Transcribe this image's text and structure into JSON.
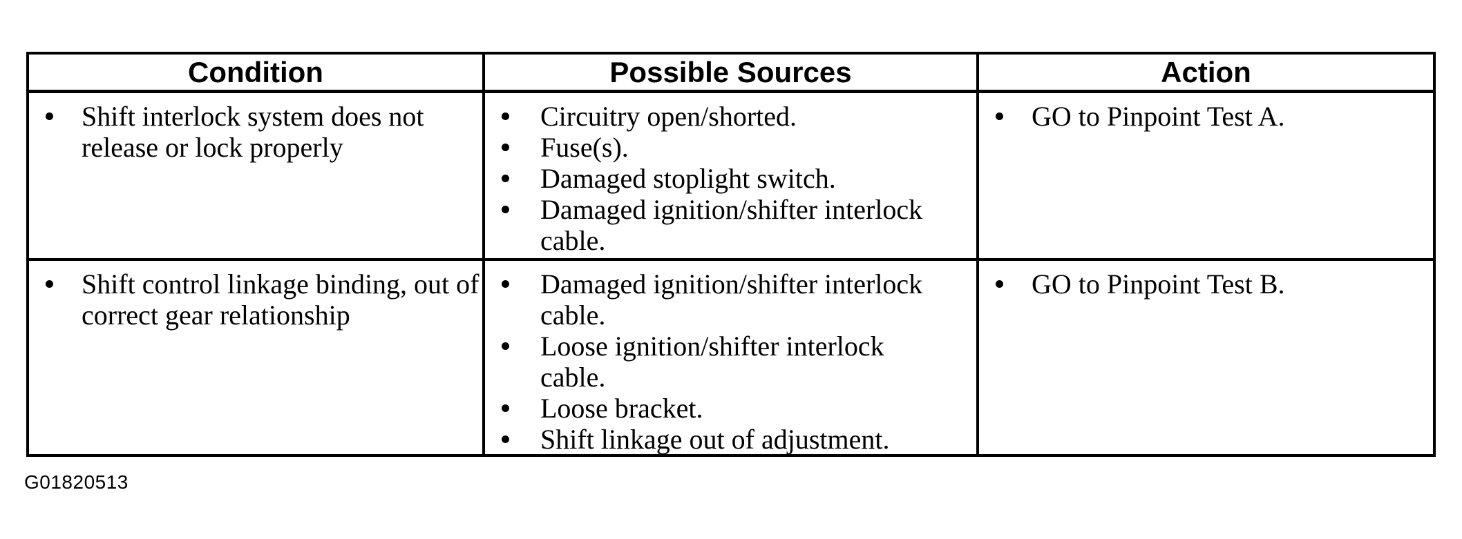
{
  "page": {
    "figure_id": "G01820513"
  },
  "colors": {
    "background": "#ffffff",
    "border": "#000000",
    "text": "#000000"
  },
  "table": {
    "headers": [
      "Condition",
      "Possible Sources",
      "Action"
    ],
    "rows": [
      {
        "condition": [
          "Shift interlock system does not release or lock properly"
        ],
        "sources": [
          "Circuitry open/shorted.",
          "Fuse(s).",
          "Damaged stoplight switch.",
          "Damaged ignition/shifter interlock cable."
        ],
        "action": [
          "GO to Pinpoint Test A."
        ]
      },
      {
        "condition": [
          "Shift control linkage binding, out of correct gear relationship"
        ],
        "sources": [
          "Damaged ignition/shifter interlock cable.",
          "Loose ignition/shifter interlock cable.",
          "Loose bracket.",
          "Shift linkage out of adjustment."
        ],
        "action": [
          "GO to Pinpoint Test B."
        ]
      }
    ]
  }
}
